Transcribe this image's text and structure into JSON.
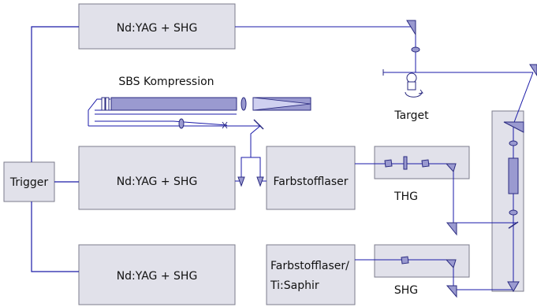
{
  "colors": {
    "box_fill": "#e1e1ea",
    "box_stroke": "#7c7c8c",
    "beam": "#1a1aa8",
    "optic_fill": "#9a9ad0",
    "optic_dark": "#2a2a80",
    "text": "#111111"
  },
  "labels": {
    "laser_top": "Nd:YAG + SHG",
    "laser_mid": "Nd:YAG + SHG",
    "laser_bottom": "Nd:YAG + SHG",
    "trigger": "Trigger",
    "dye_laser": "Farbstofflaser",
    "dye_ti_line1": "Farbstofflaser/",
    "dye_ti_line2": "Ti:Saphir",
    "sbs": "SBS Kompression",
    "target": "Target",
    "thg": "THG",
    "shg": "SHG"
  }
}
